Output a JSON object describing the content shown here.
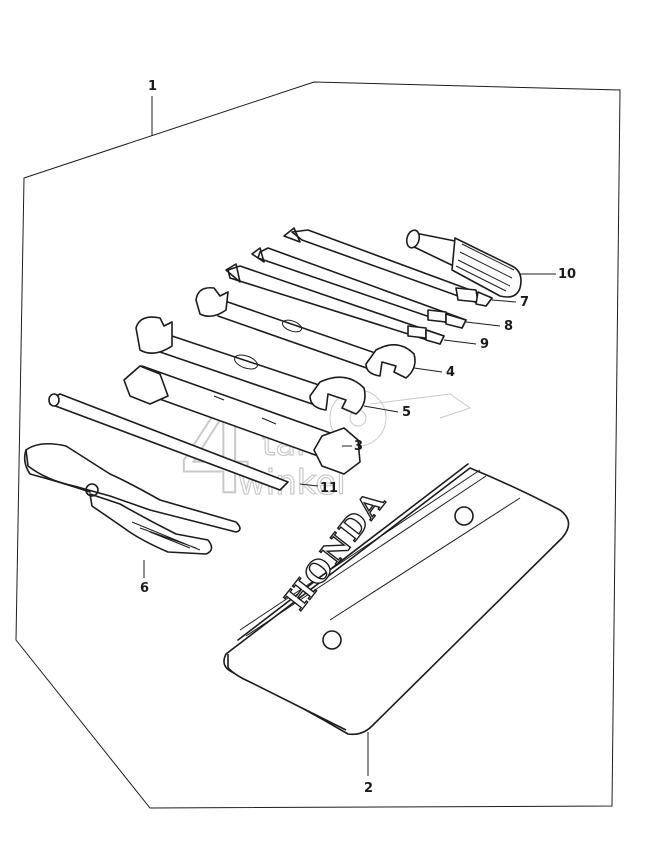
{
  "callouts": {
    "c1": "1",
    "c2": "2",
    "c3": "3",
    "c4": "4",
    "c5": "5",
    "c6": "6",
    "c7": "7",
    "c8": "8",
    "c9": "9",
    "c10": "10",
    "c11": "11"
  },
  "bag_brand": "HONDA",
  "watermark": {
    "number": "4",
    "line1": "takt",
    "line2": "winkel"
  },
  "colors": {
    "ink": "#1c1c1c",
    "watermark": "#c9c9c9",
    "background": "#ffffff"
  }
}
